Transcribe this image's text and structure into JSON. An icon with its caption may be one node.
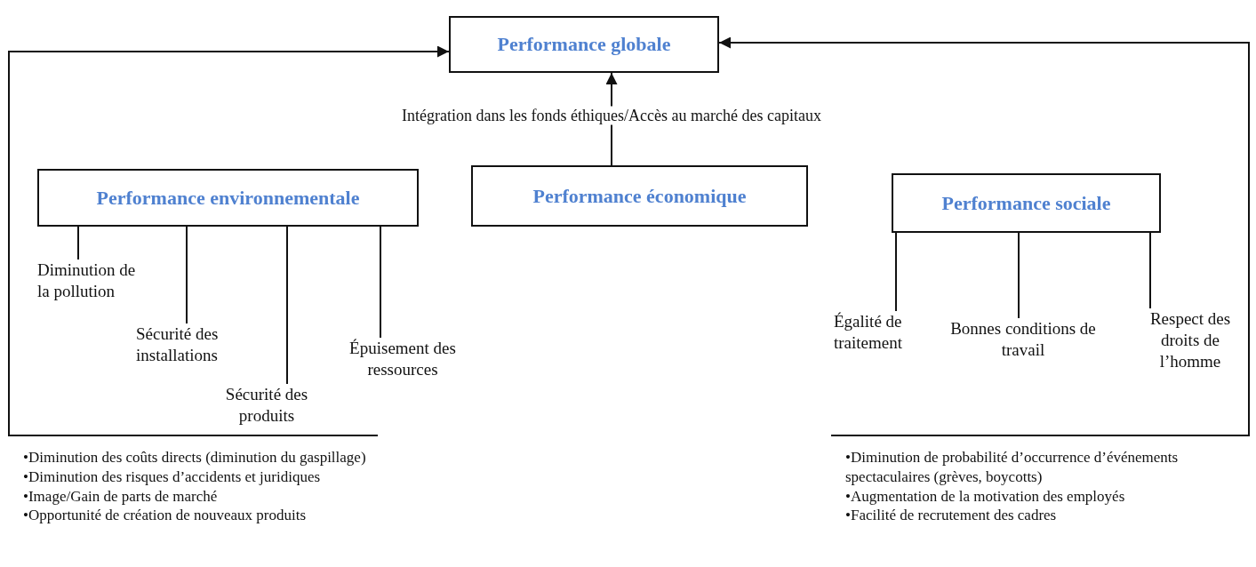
{
  "diagram": {
    "nodes": [
      {
        "text": [
          "Performance globale"
        ]
      },
      {
        "text": [
          "Performance environnementale"
        ]
      },
      {
        "text": [
          "Performance économique"
        ]
      },
      {
        "text": [
          "Performance sociale"
        ]
      },
      {
        "text": [
          "Diminution de la pollution"
        ]
      },
      {
        "text": [
          "Sécurité des installations"
        ]
      },
      {
        "text": [
          "Sécurité des produits"
        ]
      },
      {
        "text": [
          "Épuisement des ressources"
        ]
      },
      {
        "text": [
          "Égalité de traitement"
        ]
      },
      {
        "text": [
          "Bonnes conditions de travail"
        ]
      },
      {
        "text": [
          "Respect des droits de l’homme"
        ]
      },
      {
        "text": [
          "•Diminution des coûts directs (diminution du gaspillage)",
          "•Diminution des risques d’accidents et juridiques",
          "•Image/Gain de parts de marché",
          "•Opportunité de création de nouveaux produits"
        ]
      },
      {
        "text": [
          "•Diminution de probabilité d’occurrence d’événements spectaculaires (grèves, boycotts)",
          "•Augmentation de la motivation des employés",
          "•Facilité de recrutement des cadres"
        ]
      }
    ],
    "edges": [
      {
        "from": 11,
        "to": 0,
        "arrow": "to"
      },
      {
        "from": 12,
        "to": 0,
        "arrow": "to"
      },
      {
        "from": 2,
        "to": 0,
        "arrow": "to",
        "label": "Intégration dans les fonds éthiques/Accès au marché des capitaux"
      },
      {
        "from": 1,
        "to": 4,
        "arrow": "none"
      },
      {
        "from": 1,
        "to": 5,
        "arrow": "none"
      },
      {
        "from": 1,
        "to": 6,
        "arrow": "none"
      },
      {
        "from": 1,
        "to": 7,
        "arrow": "none"
      },
      {
        "from": 3,
        "to": 8,
        "arrow": "none"
      },
      {
        "from": 3,
        "to": 9,
        "arrow": "none"
      },
      {
        "from": 3,
        "to": 10,
        "arrow": "none"
      }
    ]
  }
}
